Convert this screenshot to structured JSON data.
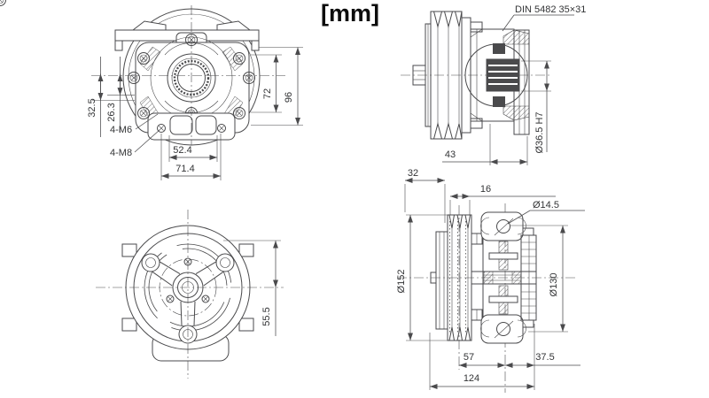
{
  "title": "[mm]",
  "colors": {
    "line": "#4a4a4c",
    "text": "#333436",
    "background": "#ffffff"
  },
  "views": {
    "flange_front": {
      "name": "gearbox flange front view",
      "dim_32_5": "32.5",
      "dim_26_3": "26.3",
      "dim_72": "72",
      "dim_96": "96",
      "dim_52_4": "52.4",
      "dim_71_4": "71.4",
      "thread_m6": "4-M6",
      "thread_m8": "4-M8"
    },
    "clutch_side": {
      "name": "clutch side view",
      "spline_note": "DIN 5482 35×31",
      "dim_43": "43",
      "dim_bore": "Ø36.5 H7"
    },
    "clutch_front": {
      "name": "clutch front view",
      "dim_55_5": "55.5"
    },
    "clutch_section": {
      "name": "clutch section side view",
      "dim_32": "32",
      "dim_16": "16",
      "dim_hole": "Ø14.5",
      "dim_outer_diameter": "Ø152",
      "dim_bolt_circle": "Ø130",
      "dim_57": "57",
      "dim_37_5": "37.5",
      "dim_124": "124"
    }
  }
}
